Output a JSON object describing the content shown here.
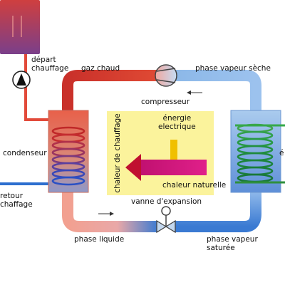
{
  "labels": {
    "depart_chauffage": [
      "départ",
      "chauffage"
    ],
    "gaz_chaud": "gaz chaud",
    "phase_vapeur_seche": "phase vapeur sèche",
    "compresseur": "compresseur",
    "condenseur": "condenseur",
    "evaporateur_partial": "é",
    "energie_electrique": [
      "énergie",
      "electrique"
    ],
    "chaleur_de_chauffage": "chaleur de chauffage",
    "chaleur_naturelle": "chaleur naturelle",
    "retour_chauffage": [
      "retour",
      "chaffage"
    ],
    "vanne_expansion": "vanne d'expansion",
    "phase_liquide": "phase liquide",
    "phase_vapeur_saturee": [
      "phase vapeur",
      "saturée"
    ]
  },
  "colors": {
    "hot": "#d8352a",
    "warm": "#e8786a",
    "cool": "#a9c7ec",
    "blue": "#3b7fd6",
    "magenta": "#d4127a",
    "yellow": "#f6e200",
    "energy_yellow": "#f0c000",
    "panel": "#fbf39c"
  }
}
